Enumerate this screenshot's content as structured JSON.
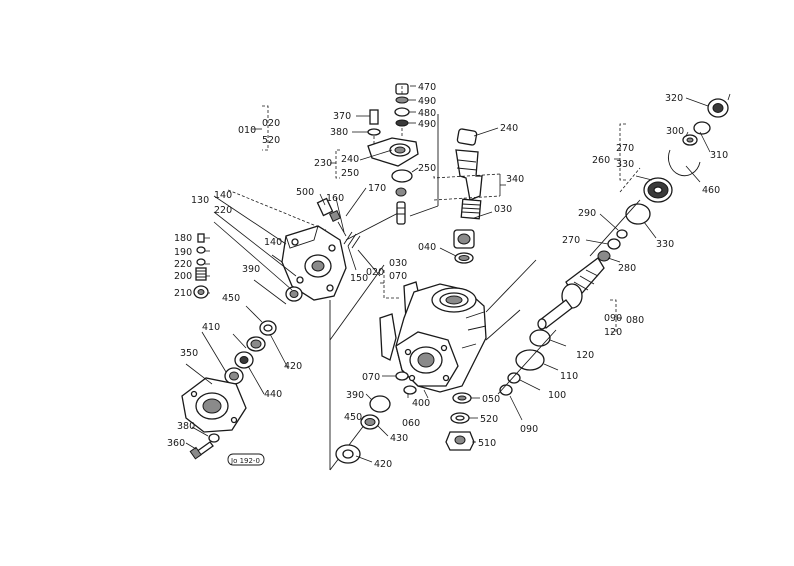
{
  "diagram": {
    "stamp": "Jo 192-0",
    "labels": {
      "l010": "010",
      "l020": "020",
      "l520a": "520",
      "l470": "470",
      "l490a": "490",
      "l480": "480",
      "l490b": "490",
      "l370": "370",
      "l380a": "380",
      "l240a": "240",
      "l230": "230",
      "l240b": "240",
      "l250a": "250",
      "l250b": "250",
      "l170": "170",
      "l340": "340",
      "l030a": "030",
      "l130": "130",
      "l140a": "140",
      "l220a": "220",
      "l500": "500",
      "l160a": "160",
      "l180": "180",
      "l190": "190",
      "l220b": "220",
      "l200": "200",
      "l210": "210",
      "l140b": "140",
      "l150": "150",
      "l390a": "390",
      "l450a": "450",
      "l410": "410",
      "l420a": "420",
      "l440": "440",
      "l350": "350",
      "l380b": "380",
      "l360": "360",
      "l040": "040",
      "l030b": "030",
      "l020b": "020",
      "l070a": "070",
      "l070b": "070",
      "l390b": "390",
      "l400": "400",
      "l060": "060",
      "l450b": "450",
      "l430": "430",
      "l420b": "420",
      "l050": "050",
      "l520b": "520",
      "l510": "510",
      "l320": "320",
      "l300": "300",
      "l310": "310",
      "l270a": "270",
      "l260": "260",
      "l330a": "330",
      "l460": "460",
      "l290": "290",
      "l330b": "330",
      "l270b": "270",
      "l280": "280",
      "l090a": "090",
      "l080": "080",
      "l120a": "120",
      "l120b": "120",
      "l110": "110",
      "l100": "100",
      "l090b": "090"
    }
  }
}
